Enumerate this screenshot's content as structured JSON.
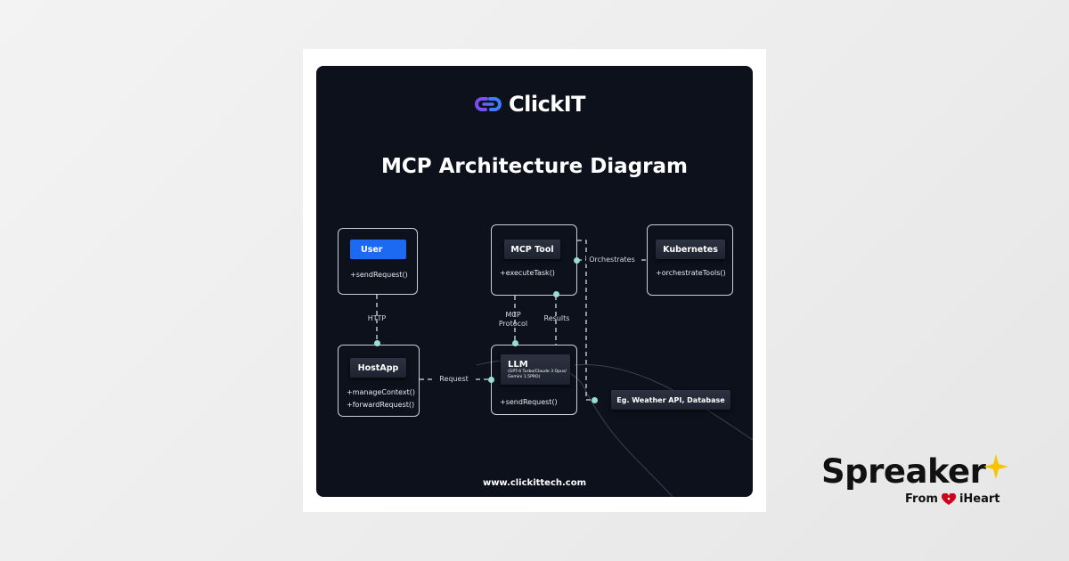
{
  "brand": {
    "name": "ClickIT",
    "colors": {
      "logo_purple": "#7a4ff0",
      "logo_blue": "#3d7bff",
      "accent_blue": "#1d6af2",
      "connector": "#8fe0d4"
    }
  },
  "diagram": {
    "title": "MCP Architecture Diagram",
    "nodes": {
      "user": {
        "name": "User",
        "methods": [
          "+sendRequest()"
        ]
      },
      "hostapp": {
        "name": "HostApp",
        "methods": [
          "+manageContext()",
          "+forwardRequest()"
        ]
      },
      "llm": {
        "name": "LLM",
        "subtitle": "(GPT-4 Turbo/Claude 3 Opus/ Gemini 1.5PRO)",
        "methods": [
          "+sendRequest()"
        ]
      },
      "mcp_tool": {
        "name": "MCP Tool",
        "methods": [
          "+executeTask()"
        ]
      },
      "kubernetes": {
        "name": "Kubernetes",
        "methods": [
          "+orchestrateTools()"
        ]
      },
      "external": {
        "name": "Eg. Weather API, Database"
      }
    },
    "edges": {
      "http": "HTTP",
      "request": "Request",
      "mcp_protocol": "MCP Protocol",
      "results": "Results",
      "orchestrates": "Orchestrates"
    },
    "footer": "www.clickittech.com"
  },
  "watermark": {
    "name": "Spreaker",
    "from_label": "From",
    "partner": "iHeart",
    "star_icon": "star-icon",
    "star_color": "#f7c600",
    "partner_icon_color": "#d0021b"
  }
}
